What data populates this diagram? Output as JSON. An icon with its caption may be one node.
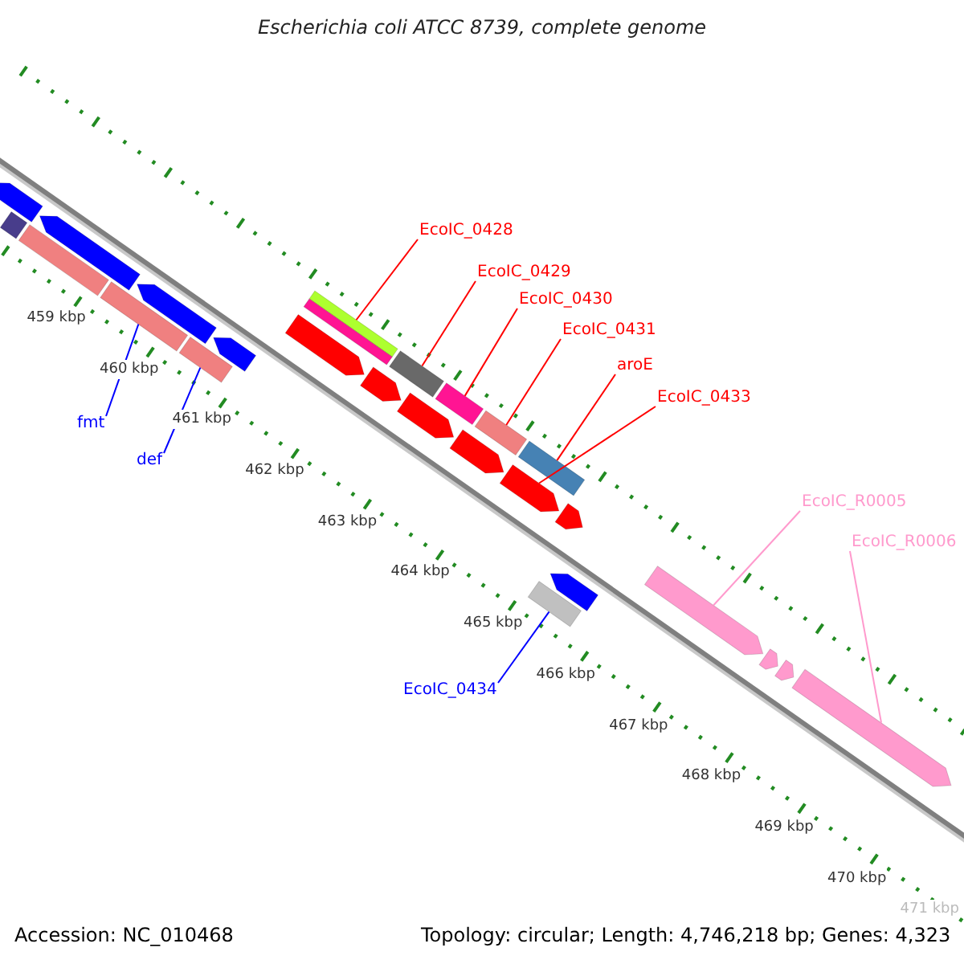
{
  "diagram": {
    "title": "Escherichia coli ATCC 8739, complete genome",
    "nodes": [
      {
        "text": [
          "EcoIC_0428"
        ]
      },
      {
        "text": [
          "EcoIC_0429"
        ]
      },
      {
        "text": [
          "EcoIC_0430"
        ]
      },
      {
        "text": [
          "EcoIC_0431"
        ]
      },
      {
        "text": [
          "aroE"
        ]
      },
      {
        "text": [
          "EcoIC_0433"
        ]
      },
      {
        "text": [
          "fmt"
        ]
      },
      {
        "text": [
          "def"
        ]
      },
      {
        "text": [
          "EcoIC_0434"
        ]
      },
      {
        "text": [
          "EcoIC_R0005"
        ]
      },
      {
        "text": [
          "EcoIC_R0006"
        ]
      },
      {
        "text": [],
        "shape": "bar"
      },
      {
        "text": [],
        "shape": "bar"
      },
      {
        "text": [],
        "shape": "bar"
      },
      {
        "text": [],
        "shape": "bar"
      },
      {
        "text": [],
        "shape": "bar"
      },
      {
        "text": [],
        "shape": "arrow"
      },
      {
        "text": [],
        "shape": "bar"
      },
      {
        "text": [],
        "shape": "bar"
      },
      {
        "text": [],
        "shape": "bar"
      },
      {
        "text": [],
        "shape": "arrow"
      },
      {
        "text": [],
        "shape": "arrow"
      },
      {
        "text": [],
        "shape": "arrow"
      },
      {
        "text": [],
        "shape": "arrow"
      },
      {
        "text": [],
        "shape": "arrow"
      },
      {
        "text": [],
        "shape": "arrow"
      },
      {
        "text": [],
        "shape": "bar"
      },
      {
        "text": [],
        "shape": "bar"
      },
      {
        "text": [],
        "shape": "bar"
      },
      {
        "text": [],
        "shape": "arrow"
      },
      {
        "text": [],
        "shape": "arrow"
      },
      {
        "text": [],
        "shape": "arrow"
      },
      {
        "text": [],
        "shape": "arrow"
      },
      {
        "text": [],
        "shape": "arrow"
      },
      {
        "text": [],
        "shape": "arrow"
      },
      {
        "text": [],
        "shape": "arrow"
      },
      {
        "text": [],
        "shape": "arrow"
      }
    ],
    "edges": [
      {
        "from": 0,
        "to": 11,
        "arrow": "none"
      },
      {
        "from": 1,
        "to": 12,
        "arrow": "none"
      },
      {
        "from": 2,
        "to": 13,
        "arrow": "none"
      },
      {
        "from": 3,
        "to": 14,
        "arrow": "none"
      },
      {
        "from": 4,
        "to": 15,
        "arrow": "none"
      },
      {
        "from": 5,
        "to": 16,
        "arrow": "none"
      },
      {
        "from": 6,
        "to": 17,
        "arrow": "none",
        "color": "#0000ff"
      },
      {
        "from": 7,
        "to": 18,
        "arrow": "none",
        "color": "#0000ff"
      },
      {
        "from": 8,
        "to": 19,
        "arrow": "none",
        "color": "#0000ff"
      },
      {
        "from": 9,
        "to": 20,
        "arrow": "none",
        "color": "#ff9acd"
      },
      {
        "from": 10,
        "to": 21,
        "arrow": "none",
        "color": "#ff9acd"
      }
    ],
    "labels": [
      "459 kbp",
      "460 kbp",
      "461 kbp",
      "462 kbp",
      "463 kbp",
      "464 kbp",
      "465 kbp",
      "466 kbp",
      "467 kbp",
      "468 kbp",
      "469 kbp",
      "470 kbp",
      "471 kbp",
      "Accession: NC_010468",
      "Topology: circular; Length: 4,746,218 bp; Genes: 4,323"
    ]
  }
}
